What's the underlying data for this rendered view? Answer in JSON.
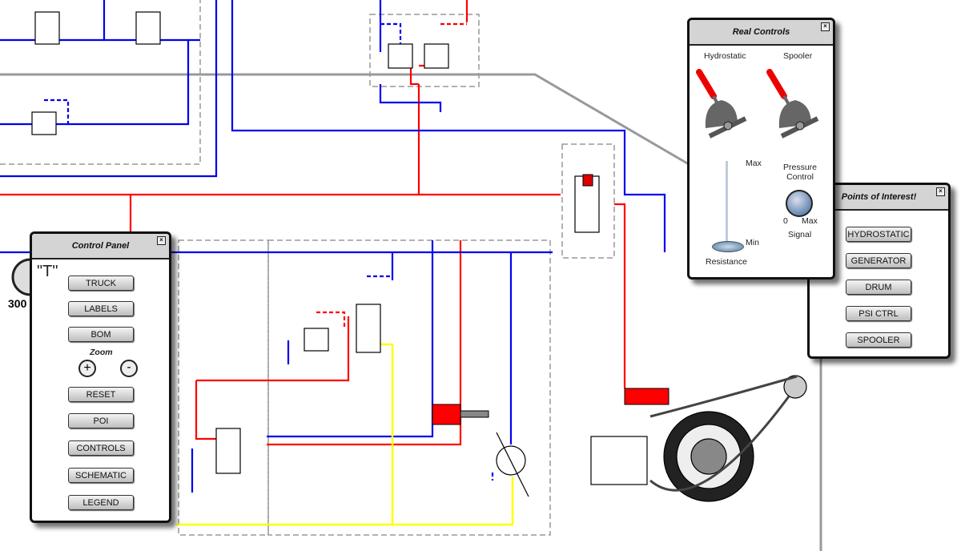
{
  "colors": {
    "pressure": "#ff0000",
    "return": "#0000ee",
    "pilot": "#ffff00",
    "frame": "#999999"
  },
  "gauge": {
    "value": "300"
  },
  "control_panel": {
    "title": "Control Panel",
    "mode": "\"T\"",
    "buttons": [
      "TRUCK",
      "LABELS",
      "BOM"
    ],
    "zoom_label": "Zoom",
    "buttons2": [
      "RESET",
      "POI",
      "CONTROLS",
      "SCHEMATIC",
      "LEGEND"
    ]
  },
  "real_controls": {
    "title": "Real Controls",
    "lever1": "Hydrostatic",
    "lever2": "Spooler",
    "slider_max": "Max",
    "slider_min": "Min",
    "slider_label": "Resistance",
    "slider_level": 0,
    "knob_label": "Pressure Control",
    "knob_min": "0",
    "knob_max": "Max",
    "knob_sub": "Signal"
  },
  "poi": {
    "title": "Points of Interest!",
    "buttons": [
      "HYDROSTATIC",
      "GENERATOR",
      "DRUM",
      "PSI CTRL",
      "SPOOLER"
    ]
  }
}
